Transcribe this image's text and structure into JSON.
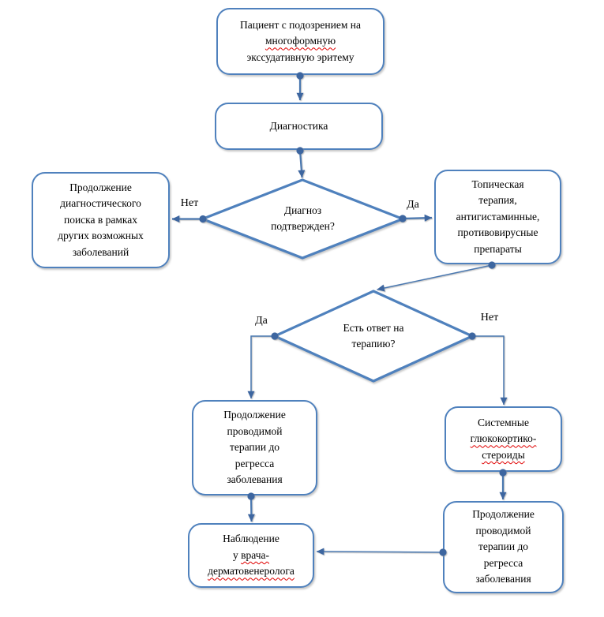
{
  "nodes": {
    "patient": {
      "l1": "Пациент с подозрением на",
      "l2": "многоформную",
      "l3": "экссудативную эритему"
    },
    "diagnostics": {
      "l1": "Диагностика"
    },
    "diagnosis_confirmed": {
      "l1": "Диагноз",
      "l2": "подтвержден?"
    },
    "continue_search": {
      "l1": "Продолжение",
      "l2": "диагностического",
      "l3": "поиска в рамках",
      "l4": "других возможных",
      "l5": "заболеваний"
    },
    "topical_therapy": {
      "l1": "Топическая",
      "l2": "терапия,",
      "l3": "антигистаминные,",
      "l4": "противовирусные",
      "l5": "препараты"
    },
    "therapy_response": {
      "l1": "Есть ответ на",
      "l2": "терапию?"
    },
    "continue_therapy_left": {
      "l1": "Продолжение",
      "l2": "проводимой",
      "l3": "терапии до",
      "l4": "регресса",
      "l5": "заболевания"
    },
    "systemic_steroids": {
      "l1": "Системные",
      "l2": "глюкокортико-",
      "l3": "стероиды"
    },
    "continue_therapy_right": {
      "l1": "Продолжение",
      "l2": "проводимой",
      "l3": "терапии до",
      "l4": "регресса",
      "l5": "заболевания"
    },
    "observation": {
      "l1": "Наблюдение",
      "l2a": "у",
      "l2b": "врача-",
      "l3": "дерматовенеролога"
    }
  },
  "edge_labels": {
    "no1": "Нет",
    "yes1": "Да",
    "yes2": "Да",
    "no2": "Нет"
  },
  "colors": {
    "shape_border": "#4f81bd",
    "connector": "#4a78b0",
    "arrow_and_dot": "#3d66a0",
    "spellcheck_underline": "#e00000",
    "text": "#000000",
    "background": "#ffffff"
  }
}
